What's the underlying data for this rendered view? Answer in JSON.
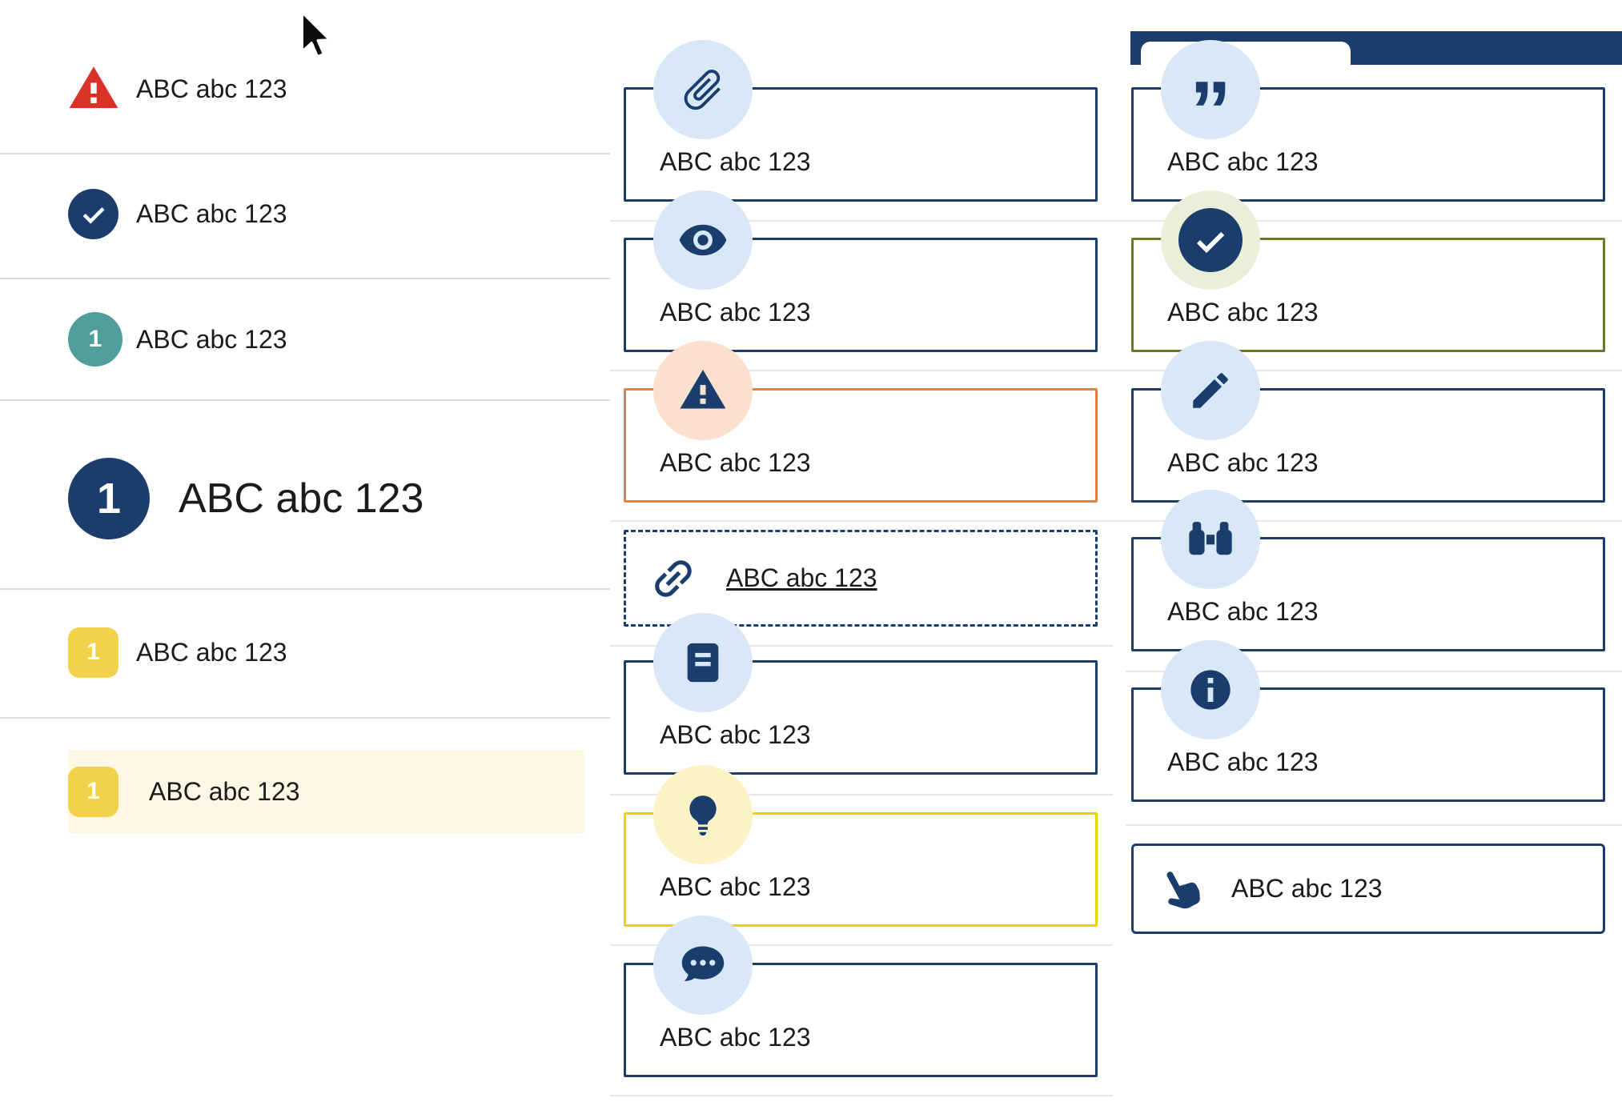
{
  "left_list": {
    "rows": [
      {
        "icon": "warning-triangle",
        "label": "ABC abc 123"
      },
      {
        "icon": "check-circle",
        "label": "ABC abc 123"
      },
      {
        "badge": "1",
        "label": "ABC abc 123"
      },
      {
        "badge": "1",
        "label": "ABC abc 123"
      },
      {
        "badge": "1",
        "label": "ABC abc 123"
      },
      {
        "badge": "1",
        "label": "ABC abc 123"
      }
    ]
  },
  "cards": {
    "middle": [
      {
        "icon": "paperclip-icon",
        "label": "ABC abc 123"
      },
      {
        "icon": "eye-icon",
        "label": "ABC abc 123"
      },
      {
        "icon": "warning-icon",
        "label": "ABC abc 123"
      },
      {
        "icon": "link-icon",
        "label": "ABC abc 123"
      },
      {
        "icon": "book-icon",
        "label": "ABC abc 123"
      },
      {
        "icon": "lightbulb-icon",
        "label": "ABC abc 123"
      },
      {
        "icon": "chat-icon",
        "label": "ABC abc 123"
      }
    ],
    "right": [
      {
        "icon": "quote-icon",
        "label": "ABC abc 123"
      },
      {
        "icon": "check-icon",
        "label": "ABC abc 123"
      },
      {
        "icon": "pencil-icon",
        "label": "ABC abc 123"
      },
      {
        "icon": "binoculars-icon",
        "label": "ABC abc 123"
      },
      {
        "icon": "info-icon",
        "label": "ABC abc 123"
      },
      {
        "icon": "hand-pointer-icon",
        "label": "ABC abc 123"
      }
    ]
  },
  "glyphs": {
    "quote": "”"
  },
  "colors": {
    "navy": "#1b3d6e",
    "light_blue": "#d9e8f6",
    "red": "#d93229",
    "teal": "#4f9e99",
    "yellow_badge": "#f2d24b",
    "row_highlight": "#fcf8e3",
    "orange_border": "#e8813c",
    "peach": "#fbe1cd",
    "pale_yellow": "#fdf2c6",
    "yellow_border": "#eed202",
    "olive_border": "#6a7a23",
    "pale_green": "#e9efd9"
  }
}
